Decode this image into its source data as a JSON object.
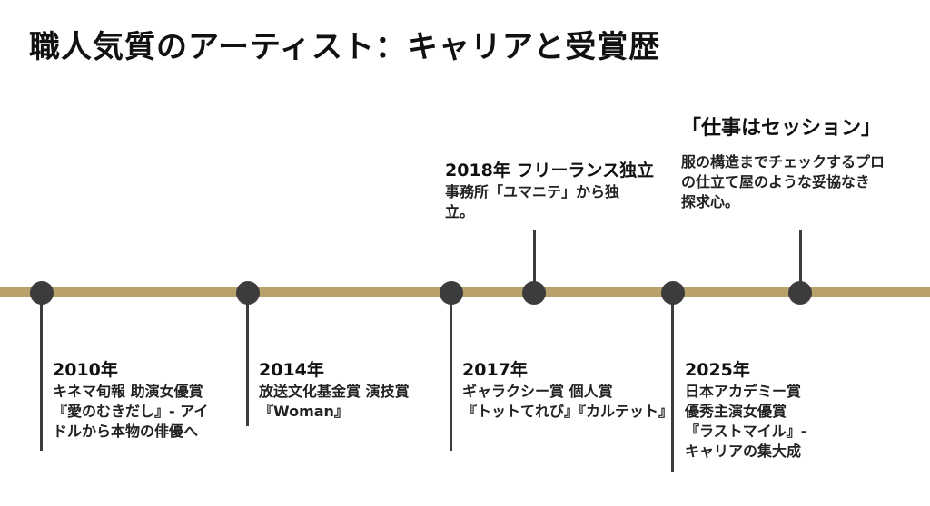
{
  "title": "職人気質のアーティスト：キャリアと受賞歴",
  "colors": {
    "timeline": "#b8a16a",
    "dot": "#3c3c3c",
    "text": "#1c1c1c"
  },
  "events_below": [
    {
      "year": "2010年",
      "lines": [
        "キネマ旬報 助演女優賞",
        "『愛のむきだし』- アイ",
        "ドルから本物の俳優へ"
      ]
    },
    {
      "year": "2014年",
      "lines": [
        "放送文化基金賞 演技賞",
        "『Woman』"
      ]
    },
    {
      "year": "2017年",
      "lines": [
        "ギャラクシー賞 個人賞",
        "『トットてれび』『カルテット』"
      ]
    },
    {
      "year": "2025年",
      "lines": [
        "日本アカデミー賞",
        "優秀主演女優賞",
        "『ラストマイル』-",
        "キャリアの集大成"
      ]
    }
  ],
  "events_above": [
    {
      "heading": "2018年 フリーランス独立",
      "lines": [
        "事務所「ユマニテ」から独",
        "立。"
      ]
    },
    {
      "heading": "「仕事はセッション」",
      "lines": [
        "服の構造までチェックするプロ",
        "の仕立て屋のような妥協なき",
        "探求心。"
      ]
    }
  ]
}
